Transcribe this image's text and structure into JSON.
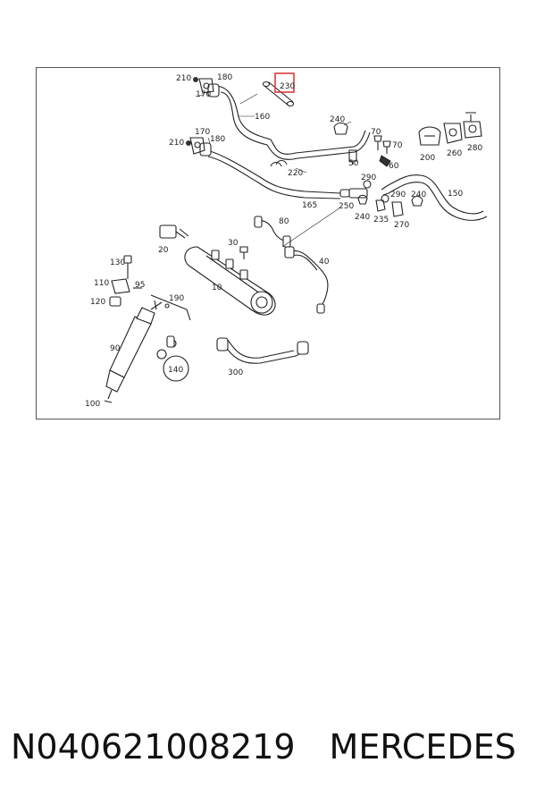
{
  "diagram": {
    "highlight_color": "#d83b3b",
    "highlighted_part": "230",
    "labels": {
      "p210a": "210",
      "p180a": "180",
      "p170a": "170",
      "p230": "230",
      "p160": "160",
      "p240a": "240",
      "p170b": "170",
      "p210b": "210",
      "p180b": "180",
      "p70a": "70",
      "p70b": "70",
      "p200": "200",
      "p260": "260",
      "p280": "280",
      "p50": "50",
      "p60": "60",
      "p220": "220",
      "p290a": "290",
      "p165": "165",
      "p250": "250",
      "p290b": "290",
      "p240b": "240",
      "p150": "150",
      "p240c": "240",
      "p235": "235",
      "p270": "270",
      "p80": "80",
      "p20": "20",
      "p30": "30",
      "p40": "40",
      "p130": "130",
      "p110": "110",
      "p95": "95",
      "p190": "190",
      "p10": "10",
      "p120": "120",
      "p90": "90",
      "p140": "140",
      "p300": "300",
      "p100": "100"
    }
  },
  "caption": {
    "part_number": "N040621008219",
    "brand": "MERCEDES"
  }
}
